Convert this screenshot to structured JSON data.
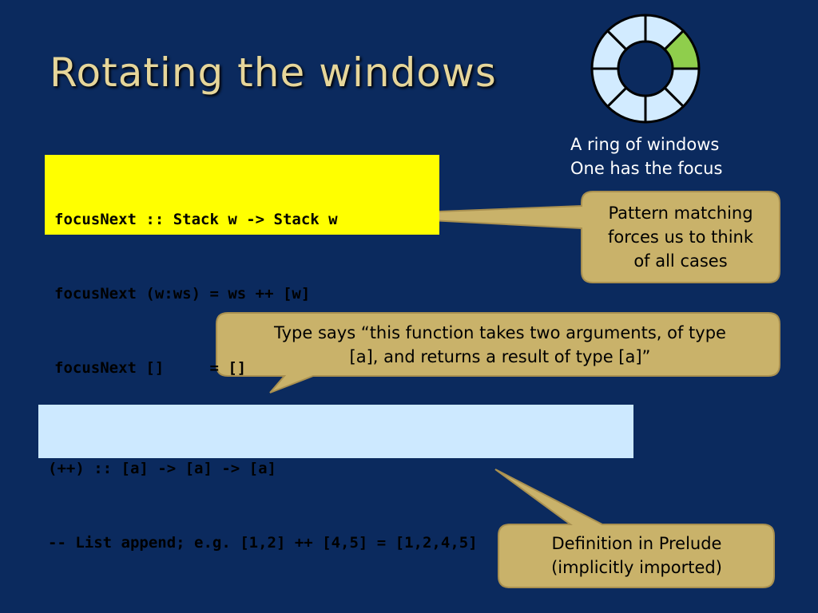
{
  "title": "Rotating the windows",
  "ring": {
    "segments": 8,
    "focused_segment": 1,
    "segment_fill": "#d2ebff",
    "focus_fill": "#8fce4c",
    "caption_lines": [
      "A ring of windows",
      "One has the focus"
    ]
  },
  "code_focus": {
    "lines": [
      "focusNext :: Stack w -> Stack w",
      "focusNext (w:ws) = ws ++ [w]",
      "focusNext []     = []"
    ],
    "background": "#ffff00"
  },
  "code_append": {
    "lines": [
      "(++) :: [a] -> [a] -> [a]",
      "-- List append; e.g. [1,2] ++ [4,5] = [1,2,4,5]"
    ],
    "background": "#cde9ff"
  },
  "callouts": {
    "pattern": [
      "Pattern matching",
      "forces us to think",
      "of all cases"
    ],
    "type": [
      "Type says “this function takes two arguments, of type",
      "[a], and returns a result of type [a]”"
    ],
    "prelude": [
      "Definition in Prelude",
      "(implicitly imported)"
    ]
  },
  "colors": {
    "background": "#0b2a5e",
    "title": "#e6d69a",
    "callout_fill": "#c9b26a",
    "callout_border": "#a99050"
  }
}
